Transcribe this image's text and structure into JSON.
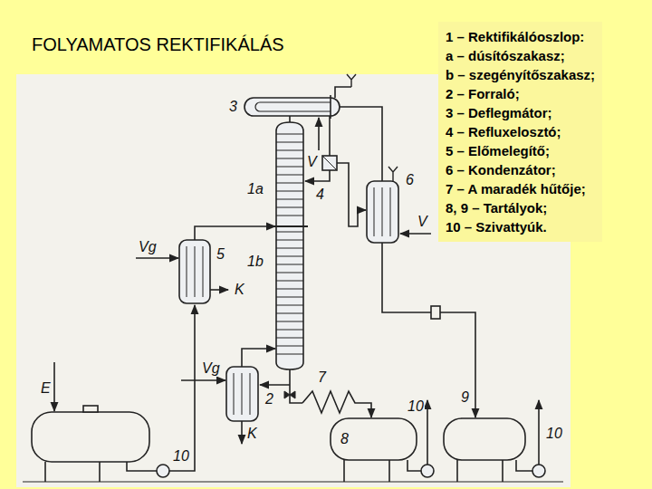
{
  "diagram": {
    "title": "FOLYAMATOS REKTIFIKÁLÁS",
    "nodes": [
      {
        "text": [
          "1 – Rektifikálóoszlop:",
          "a – dúsítószakasz;",
          "b – szegényítőszakasz;",
          "2 – Forraló;",
          "3 – Deflegmátor;",
          "4 – Refluxelosztó;",
          "5 – Előmelegítő;",
          "6 – Kondenzátor;",
          "7 – A maradék hűtője;",
          "8, 9 – Tartályok;",
          "10 – Szivattyúk."
        ]
      }
    ],
    "labels": [
      "3",
      "V",
      "4",
      "V",
      "6",
      "1a",
      "Vg",
      "5",
      "1b",
      "K",
      "Vg",
      "2",
      "7",
      "K",
      "E",
      "10",
      "8",
      "10",
      "9",
      "10"
    ]
  }
}
